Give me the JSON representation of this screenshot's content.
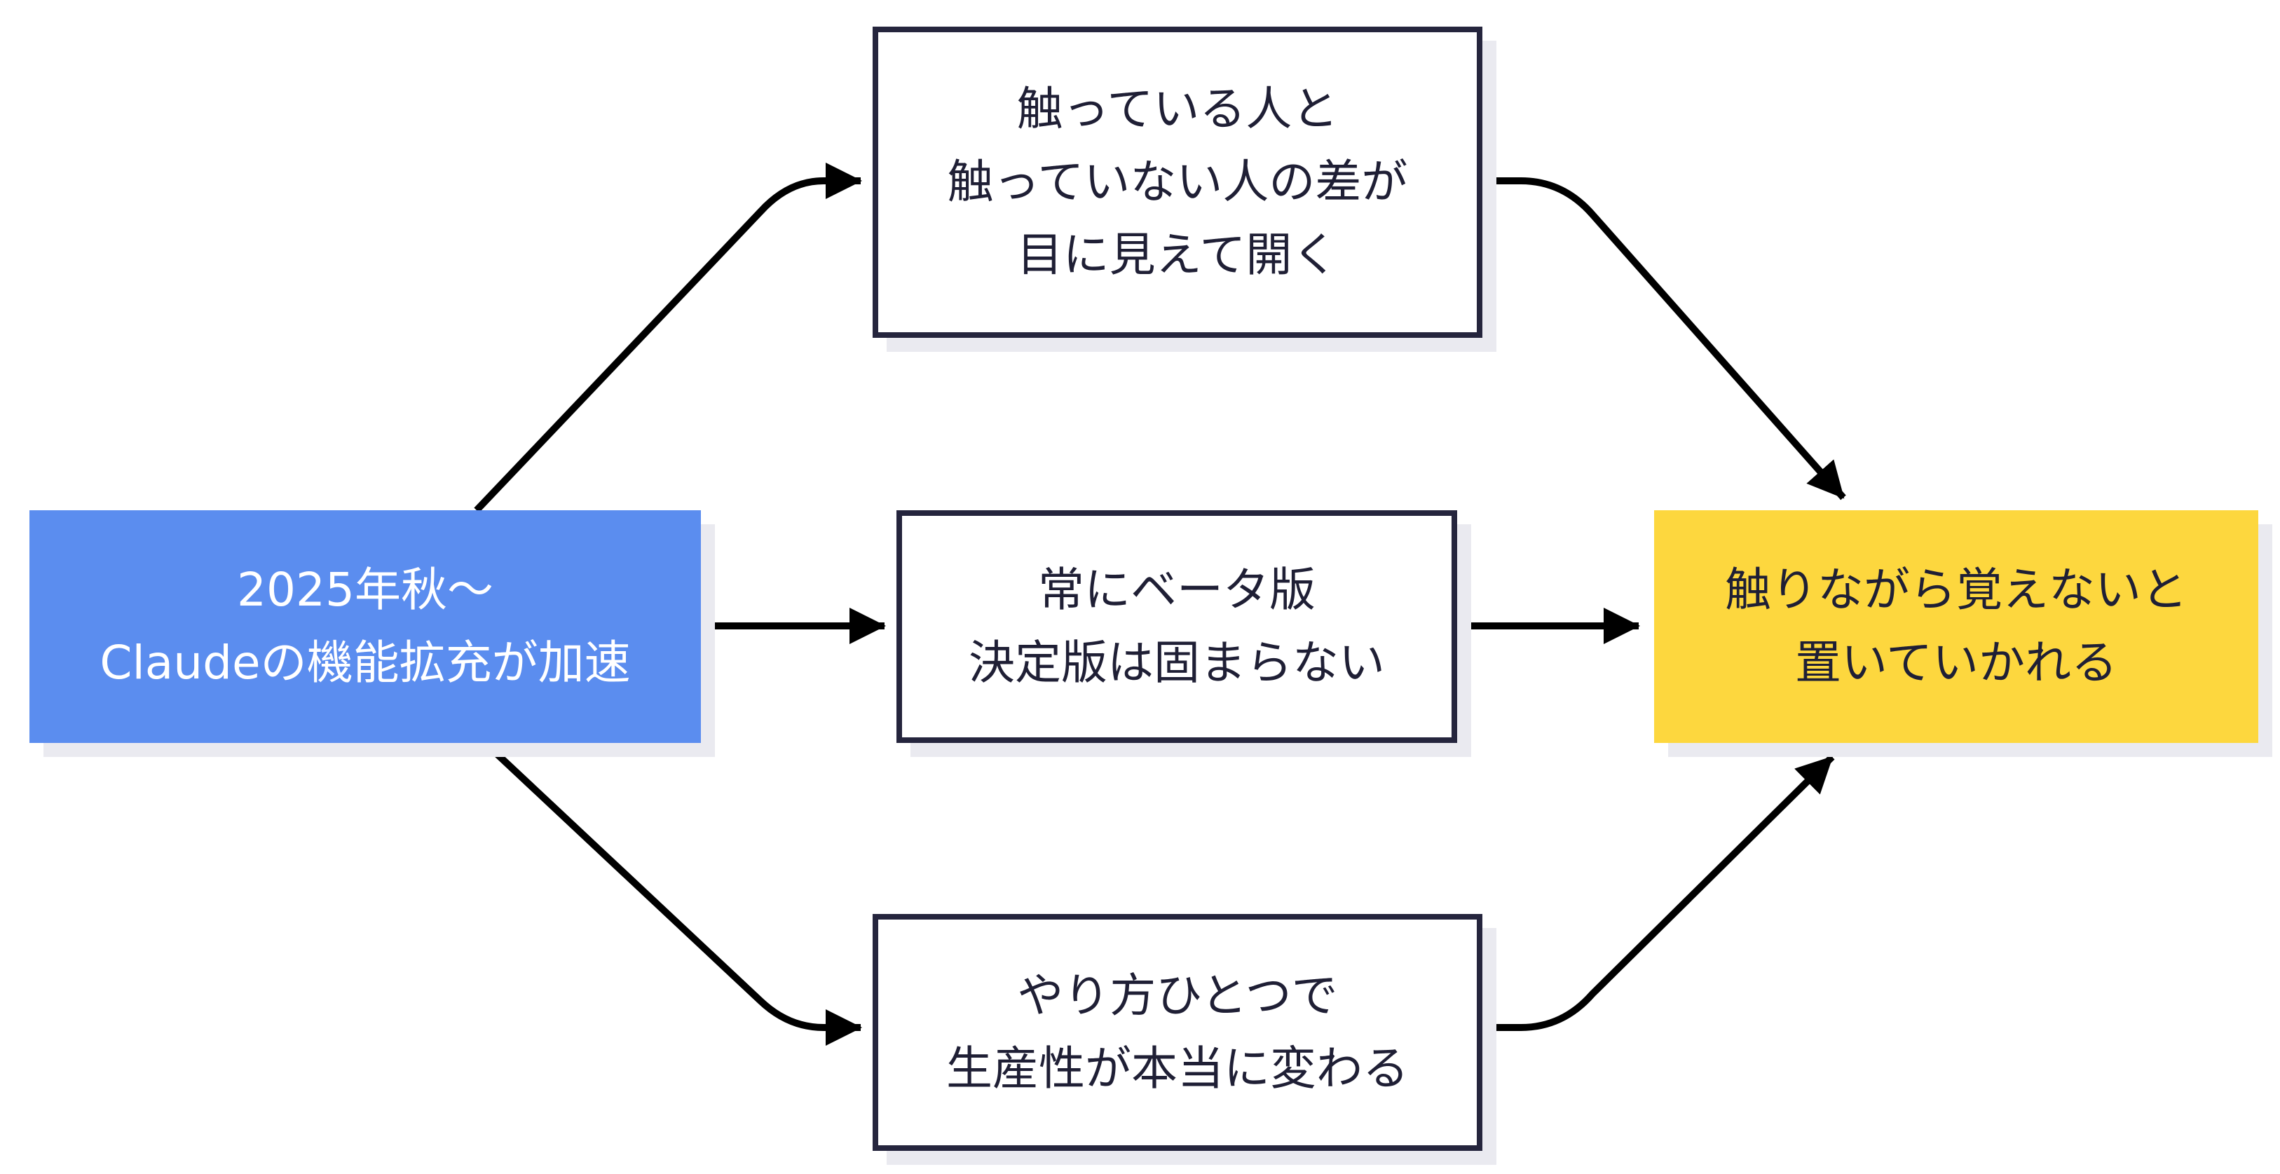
{
  "colors": {
    "start_fill": "#5b8def",
    "end_fill": "#fdd73e",
    "box_border": "#25253d",
    "text": "#1f1f35",
    "arrow": "#000000"
  },
  "nodes": {
    "start": {
      "lines": [
        "2025年秋〜",
        "Claudeの機能拡充が加速"
      ]
    },
    "gap": {
      "lines": [
        "触っている人と",
        "触っていない人の差が",
        "目に見えて開く"
      ]
    },
    "beta": {
      "lines": [
        "常にベータ版",
        "決定版は固まらない"
      ]
    },
    "productivity": {
      "lines": [
        "やり方ひとつで",
        "生産性が本当に変わる"
      ]
    },
    "end": {
      "lines": [
        "触りながら覚えないと",
        "置いていかれる"
      ]
    }
  },
  "edges": [
    {
      "from": "start",
      "to": "gap"
    },
    {
      "from": "start",
      "to": "beta"
    },
    {
      "from": "start",
      "to": "productivity"
    },
    {
      "from": "gap",
      "to": "end"
    },
    {
      "from": "beta",
      "to": "end"
    },
    {
      "from": "productivity",
      "to": "end"
    }
  ]
}
